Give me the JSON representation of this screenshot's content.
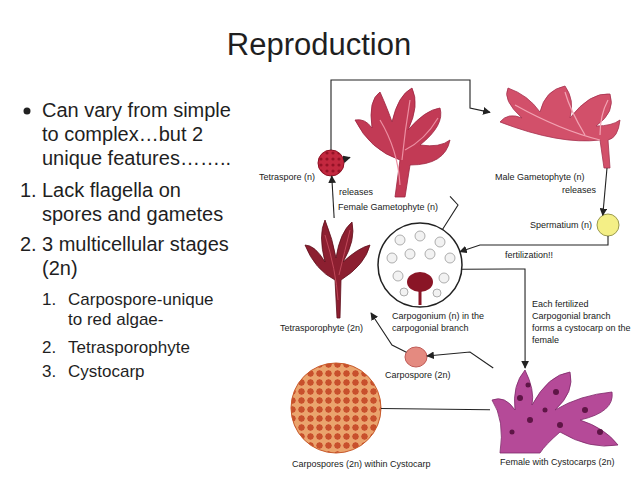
{
  "diagram": {
    "title": "Reproduction",
    "nodes": [
      {
        "text": [
          "Tetraspore (n)"
        ]
      },
      {
        "text": [
          "Female Gametophyte (n)"
        ]
      },
      {
        "text": [
          "Male Gametophyte (n)"
        ]
      },
      {
        "text": [
          "Spermatium (n)"
        ]
      },
      {
        "text": [
          "Carpogonium (n) in the carpogonial branch"
        ]
      },
      {
        "text": [
          "Tetrasporophyte (2n)"
        ]
      },
      {
        "text": [
          "Carpospore (2n)"
        ]
      },
      {
        "text": [
          "Female with Cystocarps (2n)"
        ]
      },
      {
        "text": [
          "Carpospores (2n) within Cystocarp"
        ]
      }
    ],
    "edges": [
      {
        "from": 2,
        "to": 3,
        "arrow": "to",
        "label": "releases"
      },
      {
        "from": 3,
        "to": 4,
        "arrow": "to",
        "label": "fertilization!!"
      },
      {
        "from": 1,
        "to": 4,
        "arrow": "none"
      },
      {
        "from": 4,
        "to": 7,
        "arrow": "to",
        "label": "Each fertilized Carpogonial branch forms a cystocarp on the female"
      },
      {
        "from": 7,
        "to": 6,
        "arrow": "to"
      },
      {
        "from": 7,
        "to": 8,
        "arrow": "none"
      },
      {
        "from": 6,
        "to": 5,
        "arrow": "to"
      },
      {
        "from": 5,
        "to": 0,
        "arrow": "to",
        "label": "releases"
      },
      {
        "from": 0,
        "to": 1,
        "arrow": "to"
      },
      {
        "from": 0,
        "to": 2,
        "arrow": "to"
      }
    ],
    "labels": [
      "Can vary from simple to complex…but 2 unique features……..",
      "1.",
      "Lack flagella on spores and gametes",
      "2.",
      "3 multicellular stages (2n)",
      "1.",
      "Carpospore-unique to red algae-",
      "2.",
      "Tetrasporophyte",
      "3.",
      "Cystocarp"
    ]
  }
}
